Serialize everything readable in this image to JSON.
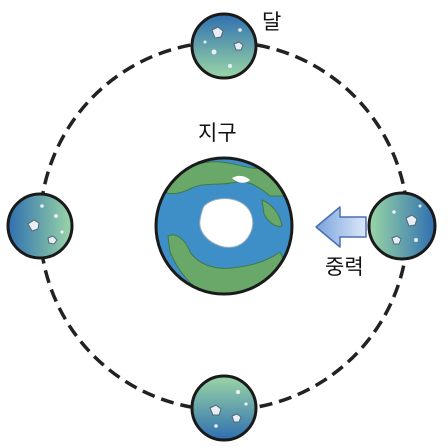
{
  "labels": {
    "moon": "달",
    "earth": "지구",
    "gravity": "중력"
  },
  "colors": {
    "orbit": "#222222",
    "ocean": "#3e8fc8",
    "land": "#6aa86a",
    "ice": "#ffffff",
    "moon_dark": "#3a78b4",
    "moon_light": "#8fcfa0",
    "arrow": "#8fb0e0",
    "outline": "#1a1a1a"
  },
  "orbit": {
    "style": "dashed"
  },
  "moons": [
    {
      "position": "top",
      "shading": "light-bottom"
    },
    {
      "position": "left",
      "shading": "light-right"
    },
    {
      "position": "bottom",
      "shading": "light-top"
    },
    {
      "position": "right",
      "shading": "light-left"
    }
  ],
  "gravity_arrow": {
    "direction": "toward-earth"
  }
}
